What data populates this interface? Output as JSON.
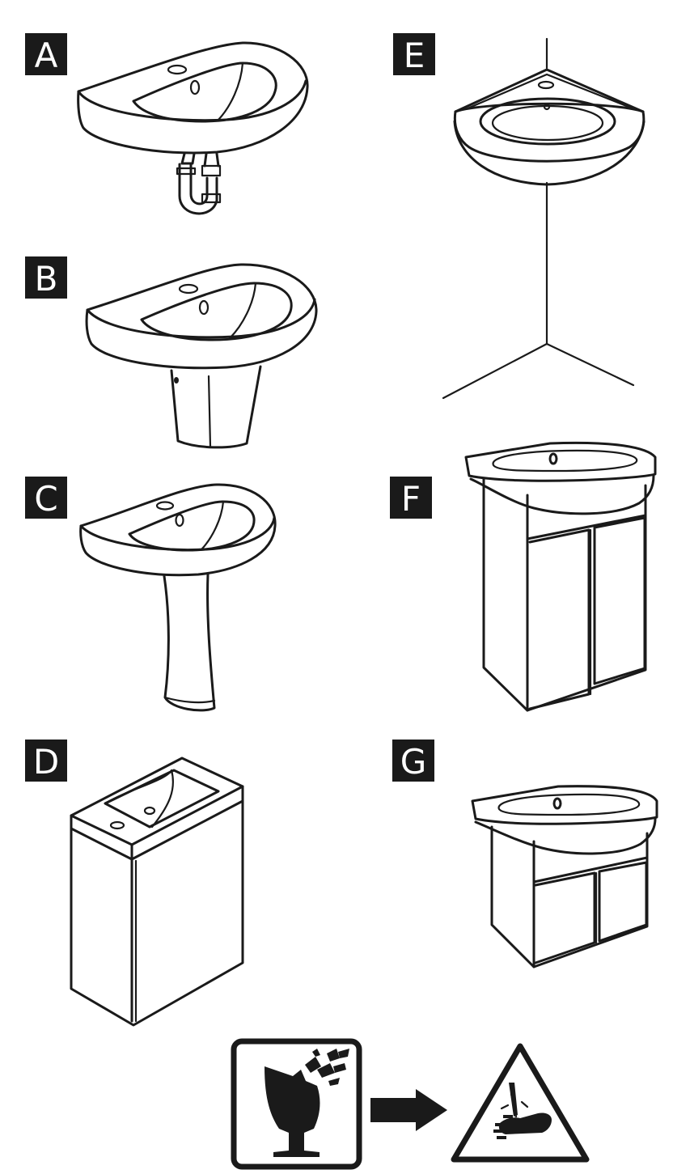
{
  "labels": {
    "a": "A",
    "b": "B",
    "c": "C",
    "d": "D",
    "e": "E",
    "f": "F",
    "g": "G"
  },
  "icons": {
    "fragile": "fragile-glass-icon",
    "arrow": "arrow-right-icon",
    "warning": "cut-hand-warning-icon"
  },
  "colors": {
    "ink": "#1a1a1a",
    "paper": "#ffffff"
  }
}
